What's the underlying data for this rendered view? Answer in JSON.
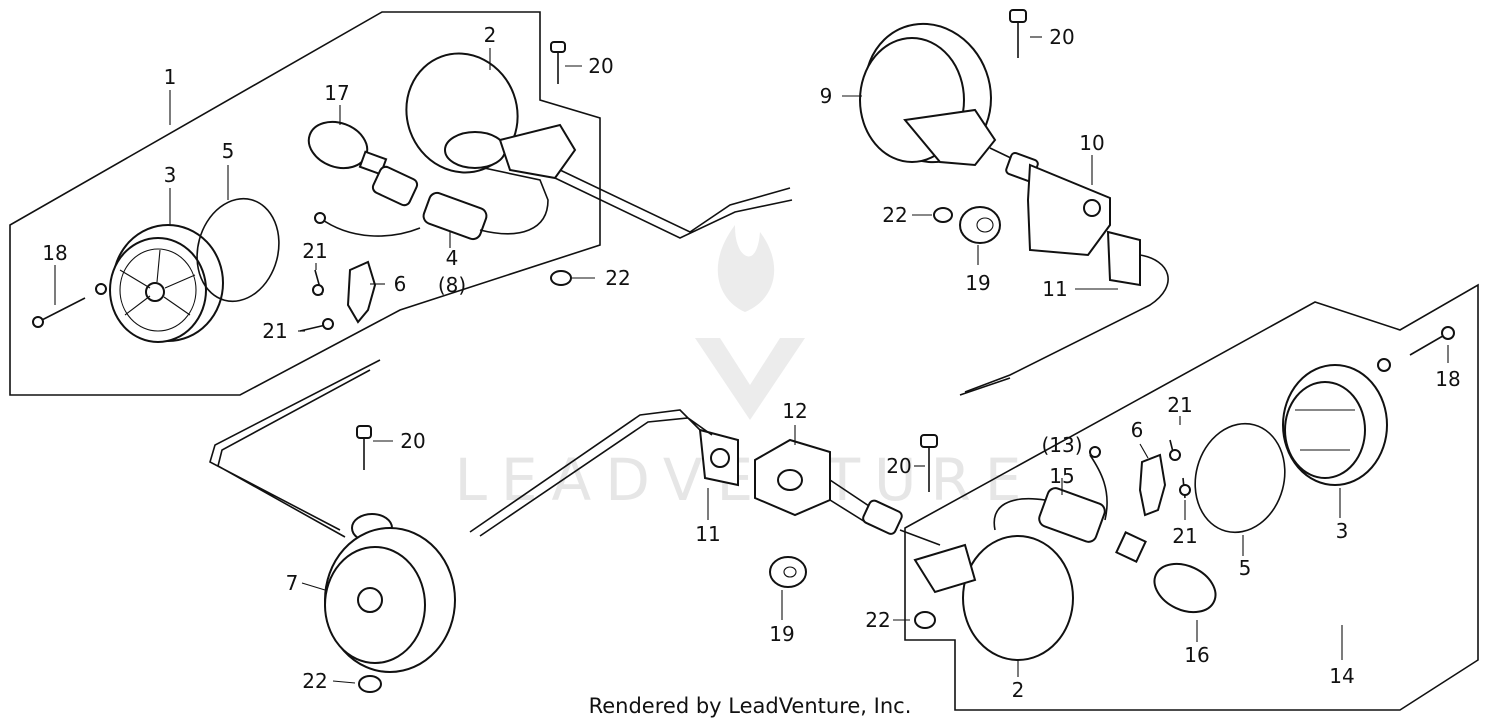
{
  "watermark": {
    "text": "LEADVENTURE"
  },
  "footer": {
    "text": "Rendered by LeadVenture, Inc."
  },
  "callouts": {
    "c1": "1",
    "c2a": "2",
    "c2b": "2",
    "c3a": "3",
    "c3b": "3",
    "c4": "4",
    "c5a": "5",
    "c5b": "5",
    "c6a": "6",
    "c6b": "6",
    "c7": "7",
    "c8": "(8)",
    "c9": "9",
    "c10": "10",
    "c11a": "11",
    "c11b": "11",
    "c12": "12",
    "c13": "(13)",
    "c14": "14",
    "c15": "15",
    "c16": "16",
    "c17": "17",
    "c18a": "18",
    "c18b": "18",
    "c19a": "19",
    "c19b": "19",
    "c20a": "20",
    "c20b": "20",
    "c20c": "20",
    "c20d": "20",
    "c21a": "21",
    "c21b": "21",
    "c21c": "21",
    "c21d": "21",
    "c22a": "22",
    "c22b": "22",
    "c22c": "22",
    "c22d": "22"
  }
}
